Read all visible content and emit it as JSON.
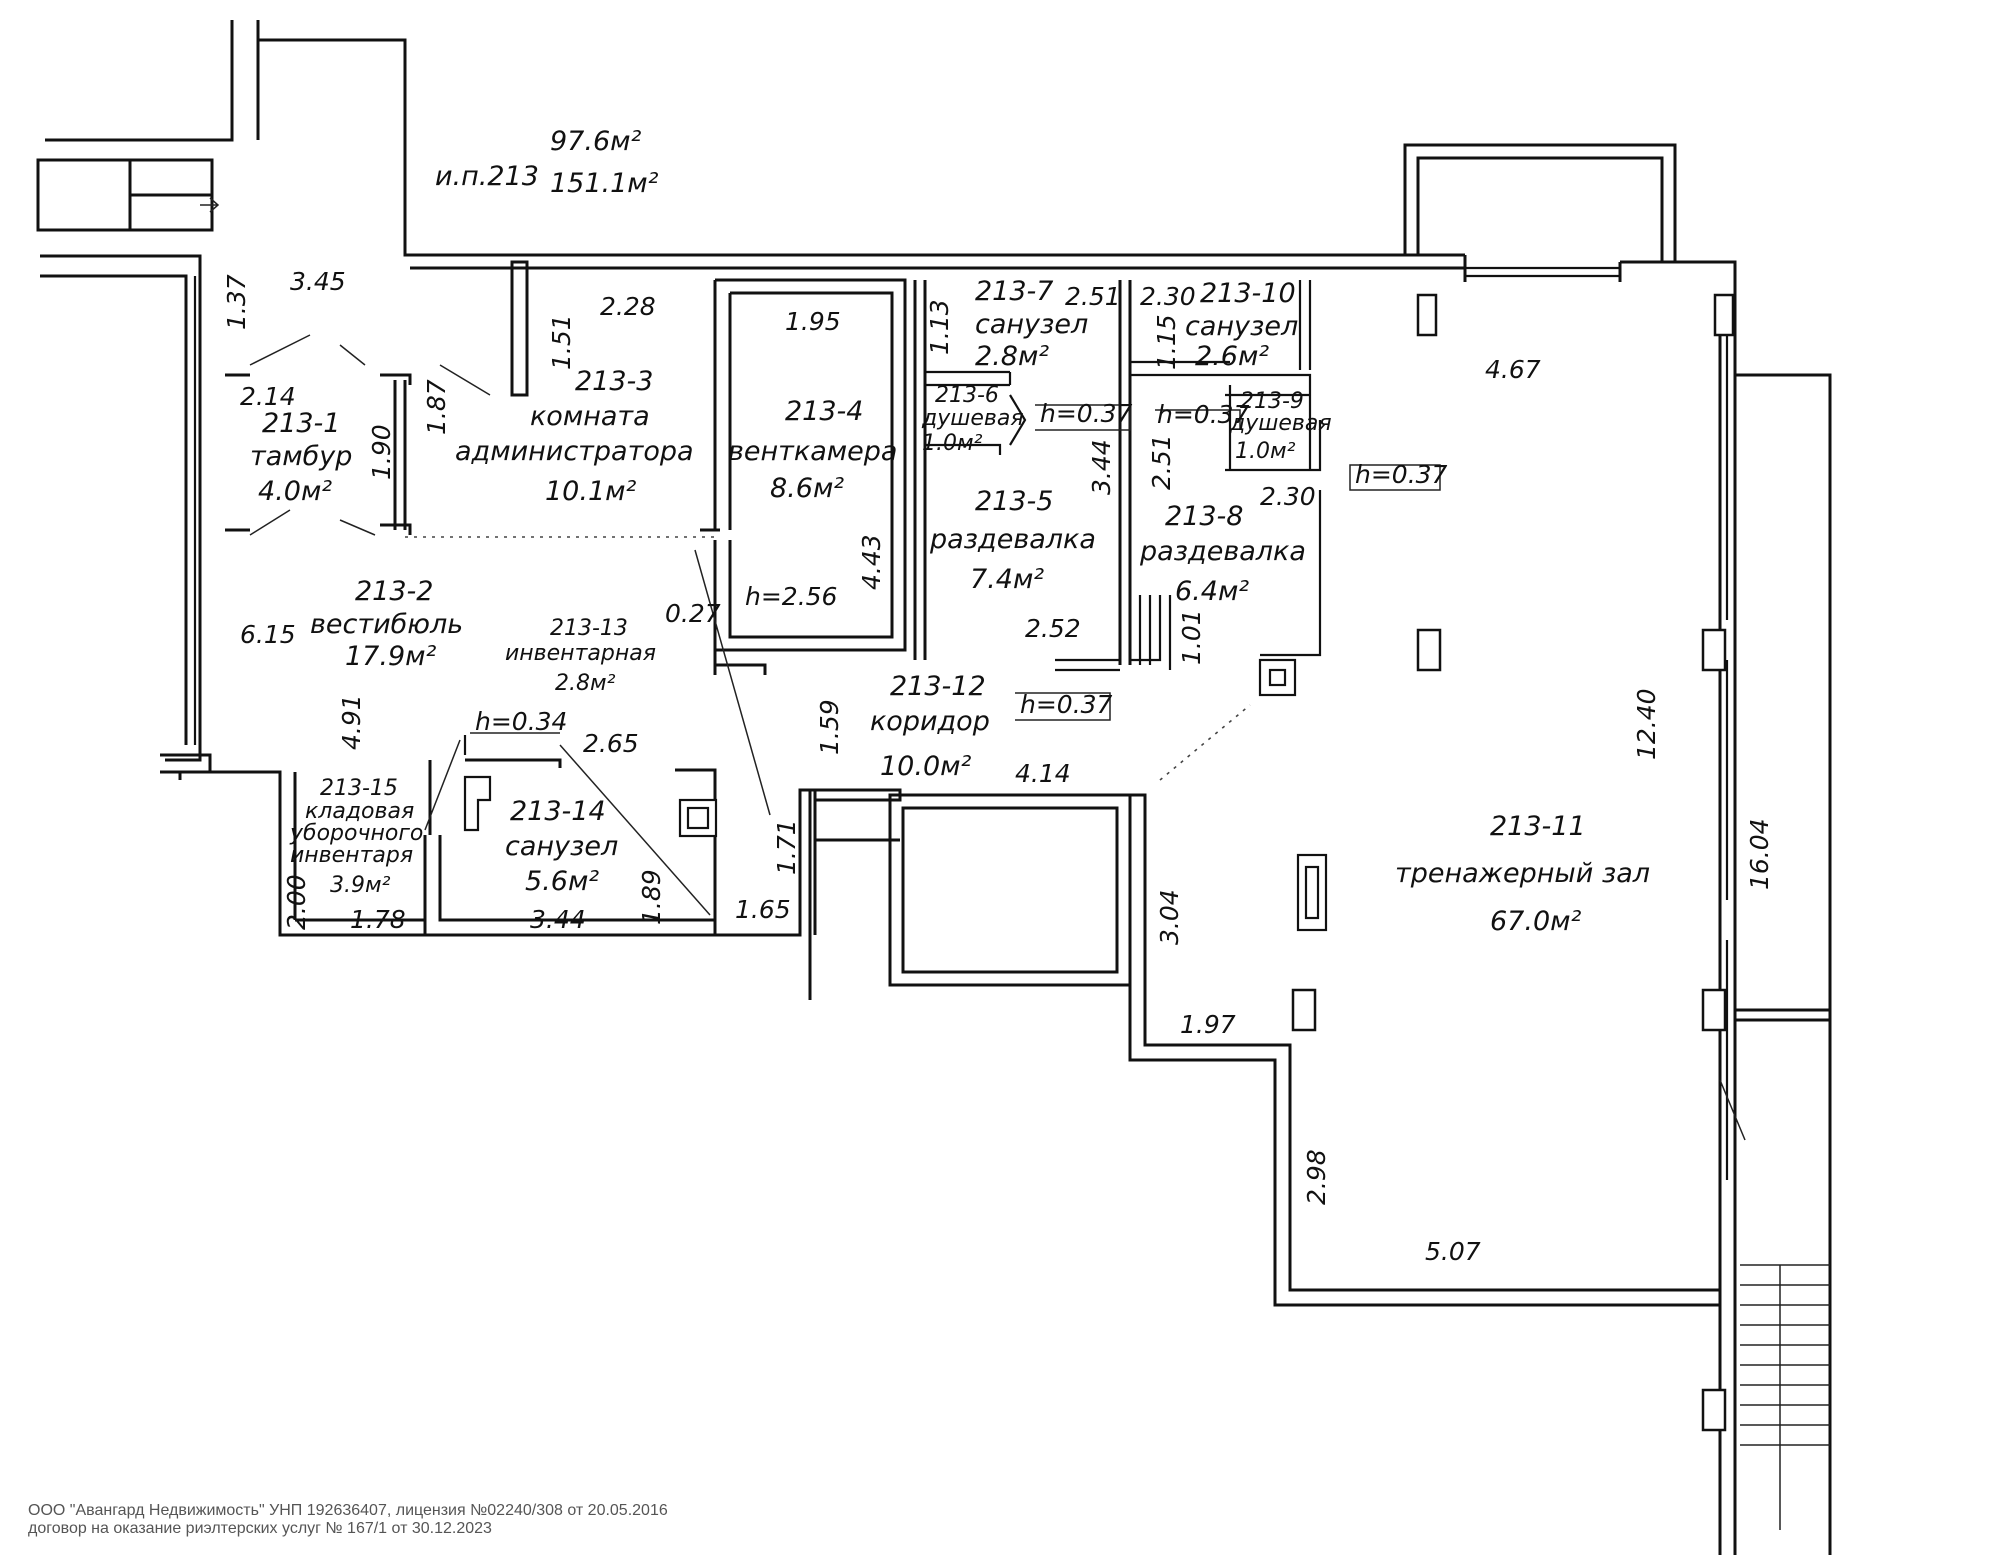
{
  "plan": {
    "common_area": {
      "label": "и.п.213",
      "area1": "97.6м²",
      "area2": "151.1м²"
    },
    "rooms": [
      {
        "id": "213-1",
        "name": "тамбур",
        "area": "4.0м²"
      },
      {
        "id": "213-2",
        "name": "вестибюль",
        "area": "17.9м²"
      },
      {
        "id": "213-3",
        "name": "комната администратора",
        "name_l1": "комната",
        "name_l2": "администратора",
        "area": "10.1м²"
      },
      {
        "id": "213-4",
        "name": "венткамера",
        "area": "8.6м²"
      },
      {
        "id": "213-5",
        "name": "раздевалка",
        "area": "7.4м²"
      },
      {
        "id": "213-6",
        "name": "душевая",
        "area": "1.0м²"
      },
      {
        "id": "213-7",
        "name": "санузел",
        "area": "2.8м²"
      },
      {
        "id": "213-8",
        "name": "раздевалка",
        "area": "6.4м²"
      },
      {
        "id": "213-9",
        "name": "душевая",
        "area": "1.0м²"
      },
      {
        "id": "213-10",
        "name": "санузел",
        "area": "2.6м²"
      },
      {
        "id": "213-11",
        "name": "тренажерный зал",
        "area": "67.0м²"
      },
      {
        "id": "213-12",
        "name": "коридор",
        "area": "10.0м²"
      },
      {
        "id": "213-13",
        "name": "инвентарная",
        "area": "2.8м²"
      },
      {
        "id": "213-14",
        "name": "санузел",
        "area": "5.6м²"
      },
      {
        "id": "213-15",
        "name": "кладовая уборочного инвентаря",
        "name_l1": "кладовая",
        "name_l2": "уборочного",
        "name_l3": "инвентаря",
        "area": "3.9м²"
      }
    ],
    "dimensions": [
      "3.45",
      "1.37",
      "2.28",
      "1.51",
      "1.87",
      "2.14",
      "1.90",
      "1.95",
      "4.43",
      "h=2.56",
      "0.27",
      "6.15",
      "4.91",
      "2.51",
      "1.13",
      "h=0.37",
      "3.44",
      "2.30",
      "1.15",
      "h=0.37",
      "2.51",
      "h=0.37",
      "2.30",
      "2.52",
      "1.01",
      "h=0.37",
      "4.67",
      "12.40",
      "16.04",
      "h=0.34",
      "2.65",
      "1.59",
      "4.14",
      "1.71",
      "1.65",
      "3.44",
      "1.89",
      "2.00",
      "1.78",
      "3.04",
      "1.97",
      "2.98",
      "5.07"
    ]
  },
  "footer": {
    "line1": "ООО \"Авангард Недвижимость\" УНП 192636407, лицензия №02240/308 от 20.05.2016",
    "line2": "договор на оказание риэлтерских услуг № 167/1 от 30.12.2023"
  }
}
